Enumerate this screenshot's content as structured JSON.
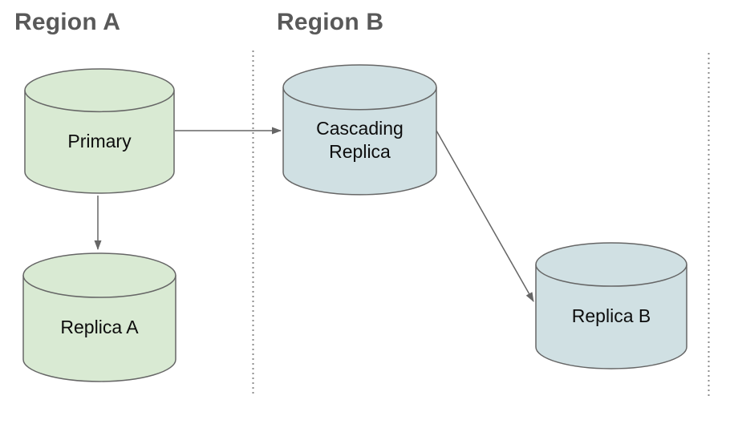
{
  "regions": [
    {
      "label": "Region A"
    },
    {
      "label": "Region B"
    }
  ],
  "nodes": {
    "primary": {
      "label": "Primary",
      "fill": "#d9ead3",
      "region": "Region A"
    },
    "replica_a": {
      "label": "Replica A",
      "fill": "#d9ead3",
      "region": "Region A"
    },
    "cascading_replica": {
      "label": "Cascading Replica",
      "fill": "#d0e0e3",
      "region": "Region B"
    },
    "replica_b": {
      "label": "Replica B",
      "fill": "#d0e0e3",
      "region": "Region B"
    }
  },
  "edges": [
    {
      "from": "Primary",
      "to": "Cascading Replica"
    },
    {
      "from": "Primary",
      "to": "Replica A"
    },
    {
      "from": "Cascading Replica",
      "to": "Replica B"
    }
  ],
  "colors": {
    "node_green": "#d9ead3",
    "node_blue": "#d0e0e3",
    "outline": "#666666",
    "arrow": "#666666",
    "region_label": "#595959",
    "separator": "#8c8c8c",
    "background": "#ffffff"
  }
}
